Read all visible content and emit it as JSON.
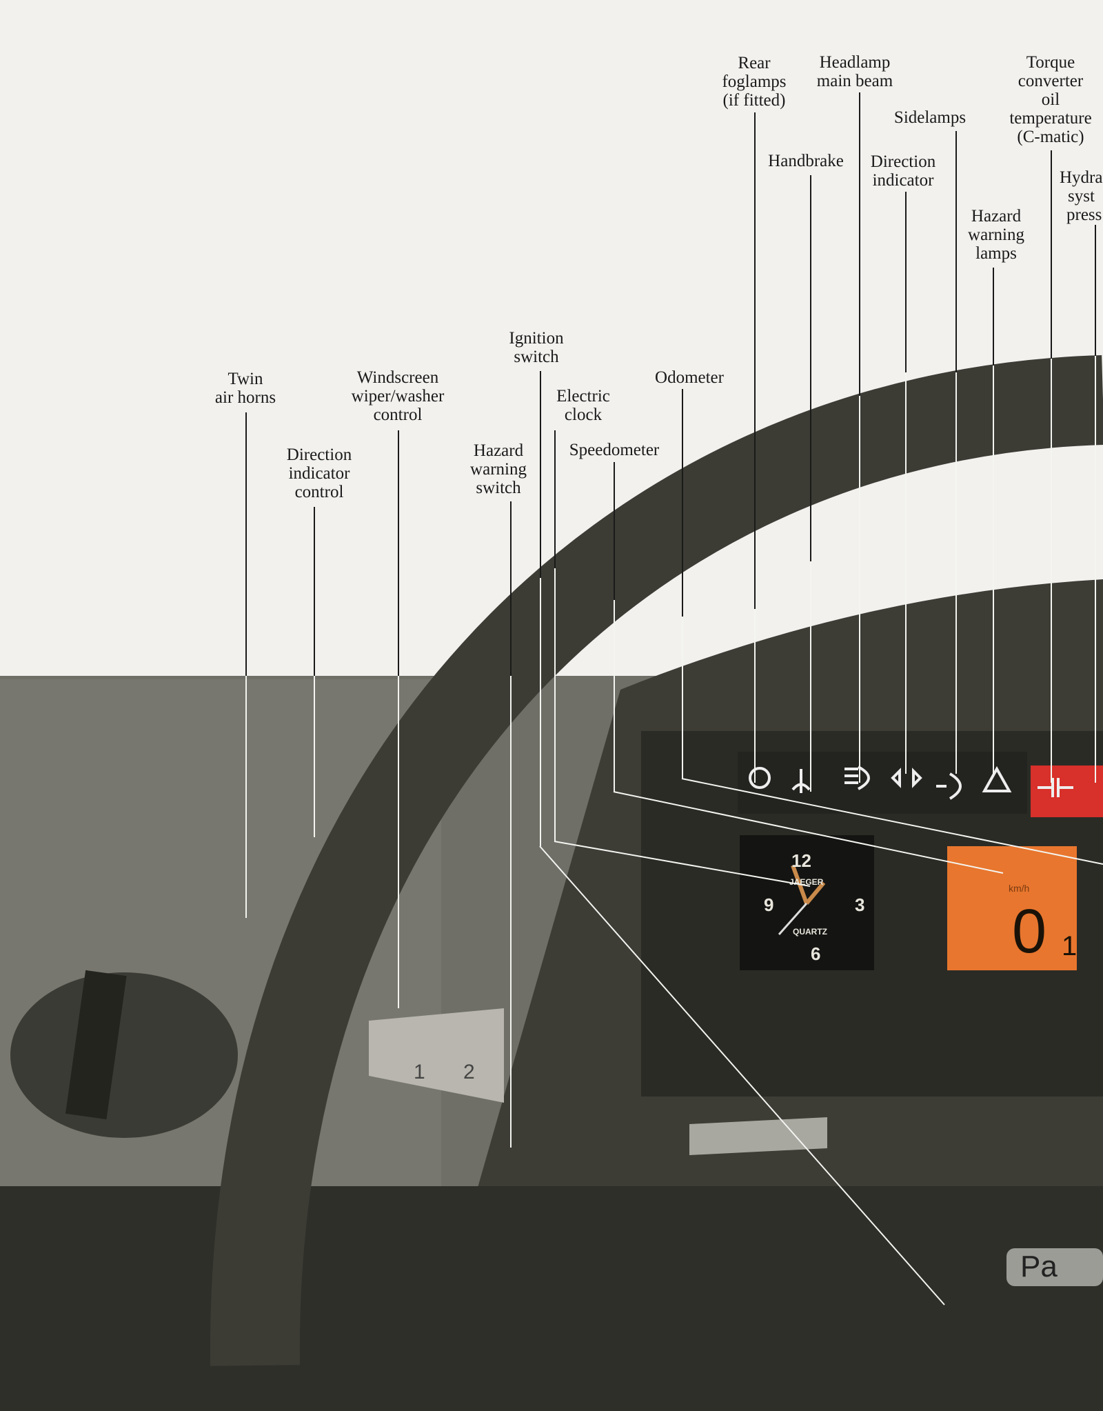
{
  "labels": {
    "twin_air_horns": [
      "Twin",
      "air horns"
    ],
    "windscreen_wiper": [
      "Windscreen",
      "wiper/washer",
      "control"
    ],
    "direction_indicator_control": [
      "Direction",
      "indicator",
      "control"
    ],
    "ignition_switch": [
      "Ignition",
      "switch"
    ],
    "electric_clock": [
      "Electric",
      "clock"
    ],
    "hazard_warning_switch": [
      "Hazard",
      "warning",
      "switch"
    ],
    "speedometer": [
      "Speedometer"
    ],
    "odometer": [
      "Odometer"
    ],
    "rear_foglamps": [
      "Rear",
      "foglamps",
      "(if fitted)"
    ],
    "headlamp_main_beam": [
      "Headlamp",
      "main beam"
    ],
    "handbrake": [
      "Handbrake"
    ],
    "sidelamps": [
      "Sidelamps"
    ],
    "direction_indicator": [
      "Direction",
      "indicator"
    ],
    "hazard_warning_lamps": [
      "Hazard",
      "warning",
      "lamps"
    ],
    "torque_converter": [
      "Torque",
      "converter",
      "oil",
      "temperature",
      "(C-matic)"
    ],
    "hydraulic_pressure": [
      "Hydra",
      "syst",
      "press"
    ]
  },
  "dials": {
    "clock_numbers": [
      "12",
      "3",
      "6",
      "9"
    ],
    "clock_brand": "JAEGER",
    "clock_type": "QUARTZ",
    "speed_unit": "km/h",
    "speed_value": "0",
    "speed_tick": "1",
    "wiper_positions": [
      "1",
      "2"
    ],
    "badge": "Pa"
  },
  "colors": {
    "paper": "#f2f1ee",
    "dash": "#3a3a33",
    "speedo": "#e8762e",
    "warning_red": "#d8302a"
  }
}
